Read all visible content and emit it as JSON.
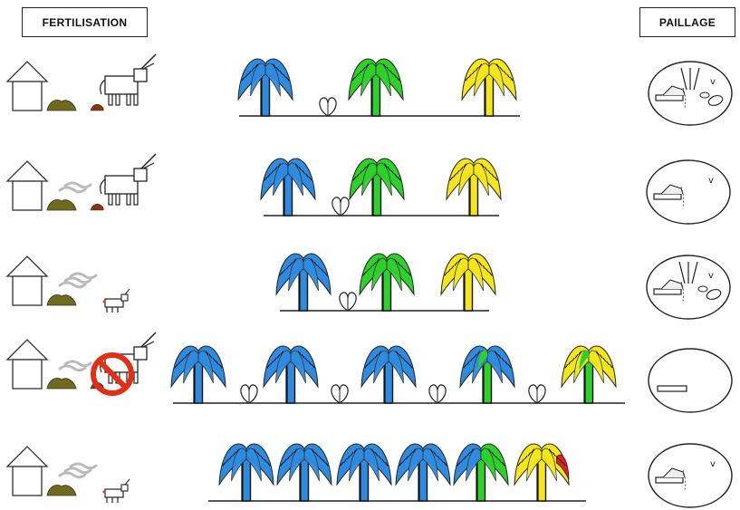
{
  "headers": {
    "fertilisation": "FERTILISATION",
    "paillage": "PAILLAGE"
  },
  "colors": {
    "blue": "#2f8be0",
    "green": "#2ed02a",
    "yellow": "#f4e61c",
    "red": "#e02020",
    "manure_olive": "#6f6a1c",
    "manure_brown": "#8a3410",
    "no_sign_red": "#e23018"
  },
  "rows": [
    {
      "fertilisation": {
        "house": true,
        "manure_heap": true,
        "smoke": "none",
        "animal": "cow",
        "dung": true,
        "crossed_out": false
      },
      "plants": [
        "blue",
        "pod",
        "green",
        "yellow"
      ],
      "paillage": {
        "mulch": true,
        "plants": true,
        "leaves": true
      }
    },
    {
      "fertilisation": {
        "house": true,
        "manure_heap": true,
        "smoke": "light",
        "animal": "cow",
        "dung": true,
        "crossed_out": false
      },
      "plants": [
        "blue",
        "pod",
        "green",
        "yellow"
      ],
      "paillage": {
        "mulch": true,
        "plants": false,
        "leaves": false
      }
    },
    {
      "fertilisation": {
        "house": true,
        "manure_heap": true,
        "smoke": "medium",
        "animal": "goat",
        "dung": false,
        "crossed_out": false
      },
      "plants": [
        "blue",
        "pod",
        "green",
        "yellow"
      ],
      "paillage": {
        "mulch": true,
        "plants": true,
        "leaves": true
      }
    },
    {
      "fertilisation": {
        "house": true,
        "manure_heap": true,
        "smoke": "light",
        "animal": "cow",
        "dung": true,
        "crossed_out": true
      },
      "plants": [
        "blue",
        "pod",
        "blue",
        "pod",
        "blue",
        "pod",
        "mixed_blue_green",
        "pod",
        "mixed_green_yellow"
      ],
      "paillage": {
        "mulch": "sparse",
        "plants": false,
        "leaves": false
      }
    },
    {
      "fertilisation": {
        "house": true,
        "manure_heap": true,
        "smoke": "medium",
        "animal": "goat",
        "dung": false,
        "crossed_out": false
      },
      "plants": [
        "blue",
        "blue",
        "blue",
        "blue",
        "mixed_blue_green_dark",
        "mixed_yellow_red"
      ],
      "paillage": {
        "mulch": true,
        "plants": false,
        "leaves": false
      }
    }
  ]
}
